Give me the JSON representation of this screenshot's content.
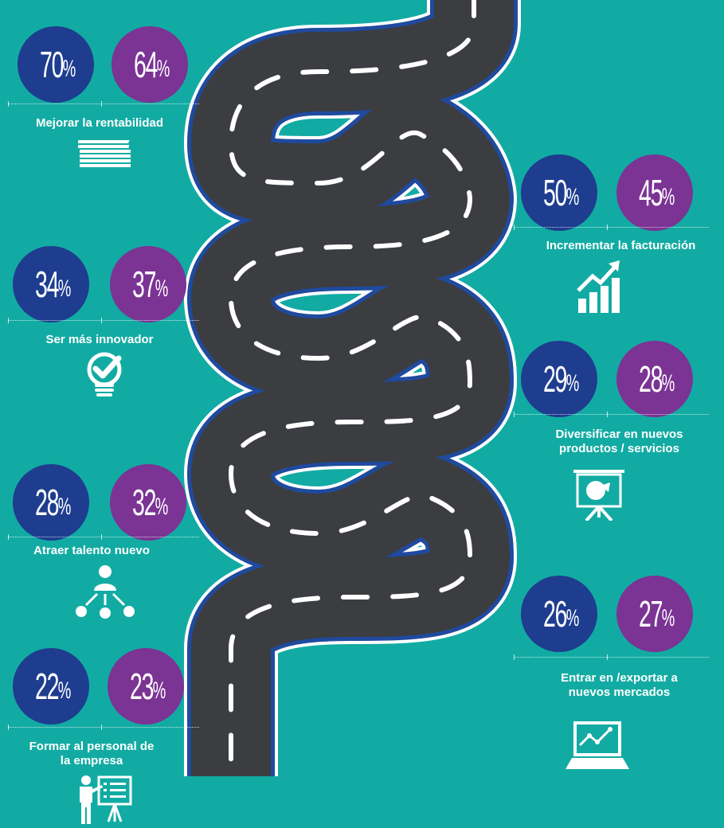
{
  "colors": {
    "background": "#12ABA3",
    "blue": "#1E3D8F",
    "purple": "#7B3394",
    "road": "#3B3D40",
    "road_edge": "#1F4A9E"
  },
  "goals": [
    {
      "label": "Mejorar la rentabilidad",
      "blue": "70",
      "purple": "64",
      "icon": "money-stack-icon"
    },
    {
      "label": "Ser más innovador",
      "blue": "34",
      "purple": "37",
      "icon": "lightbulb-check-icon"
    },
    {
      "label": "Atraer talento nuevo",
      "blue": "28",
      "purple": "32",
      "icon": "talent-network-icon"
    },
    {
      "label": "Formar al personal de\nla empresa",
      "blue": "22",
      "purple": "23",
      "icon": "presenter-board-icon"
    },
    {
      "label": "Incrementar la facturación",
      "blue": "50",
      "purple": "45",
      "icon": "growth-chart-icon"
    },
    {
      "label": "Diversificar en nuevos\nproductos / servicios",
      "blue": "29",
      "purple": "28",
      "icon": "projector-pie-icon"
    },
    {
      "label": "Entrar en /exportar a\nnuevos mercados",
      "blue": "26",
      "purple": "27",
      "icon": "laptop-chart-icon"
    }
  ],
  "percent_sign": "%"
}
